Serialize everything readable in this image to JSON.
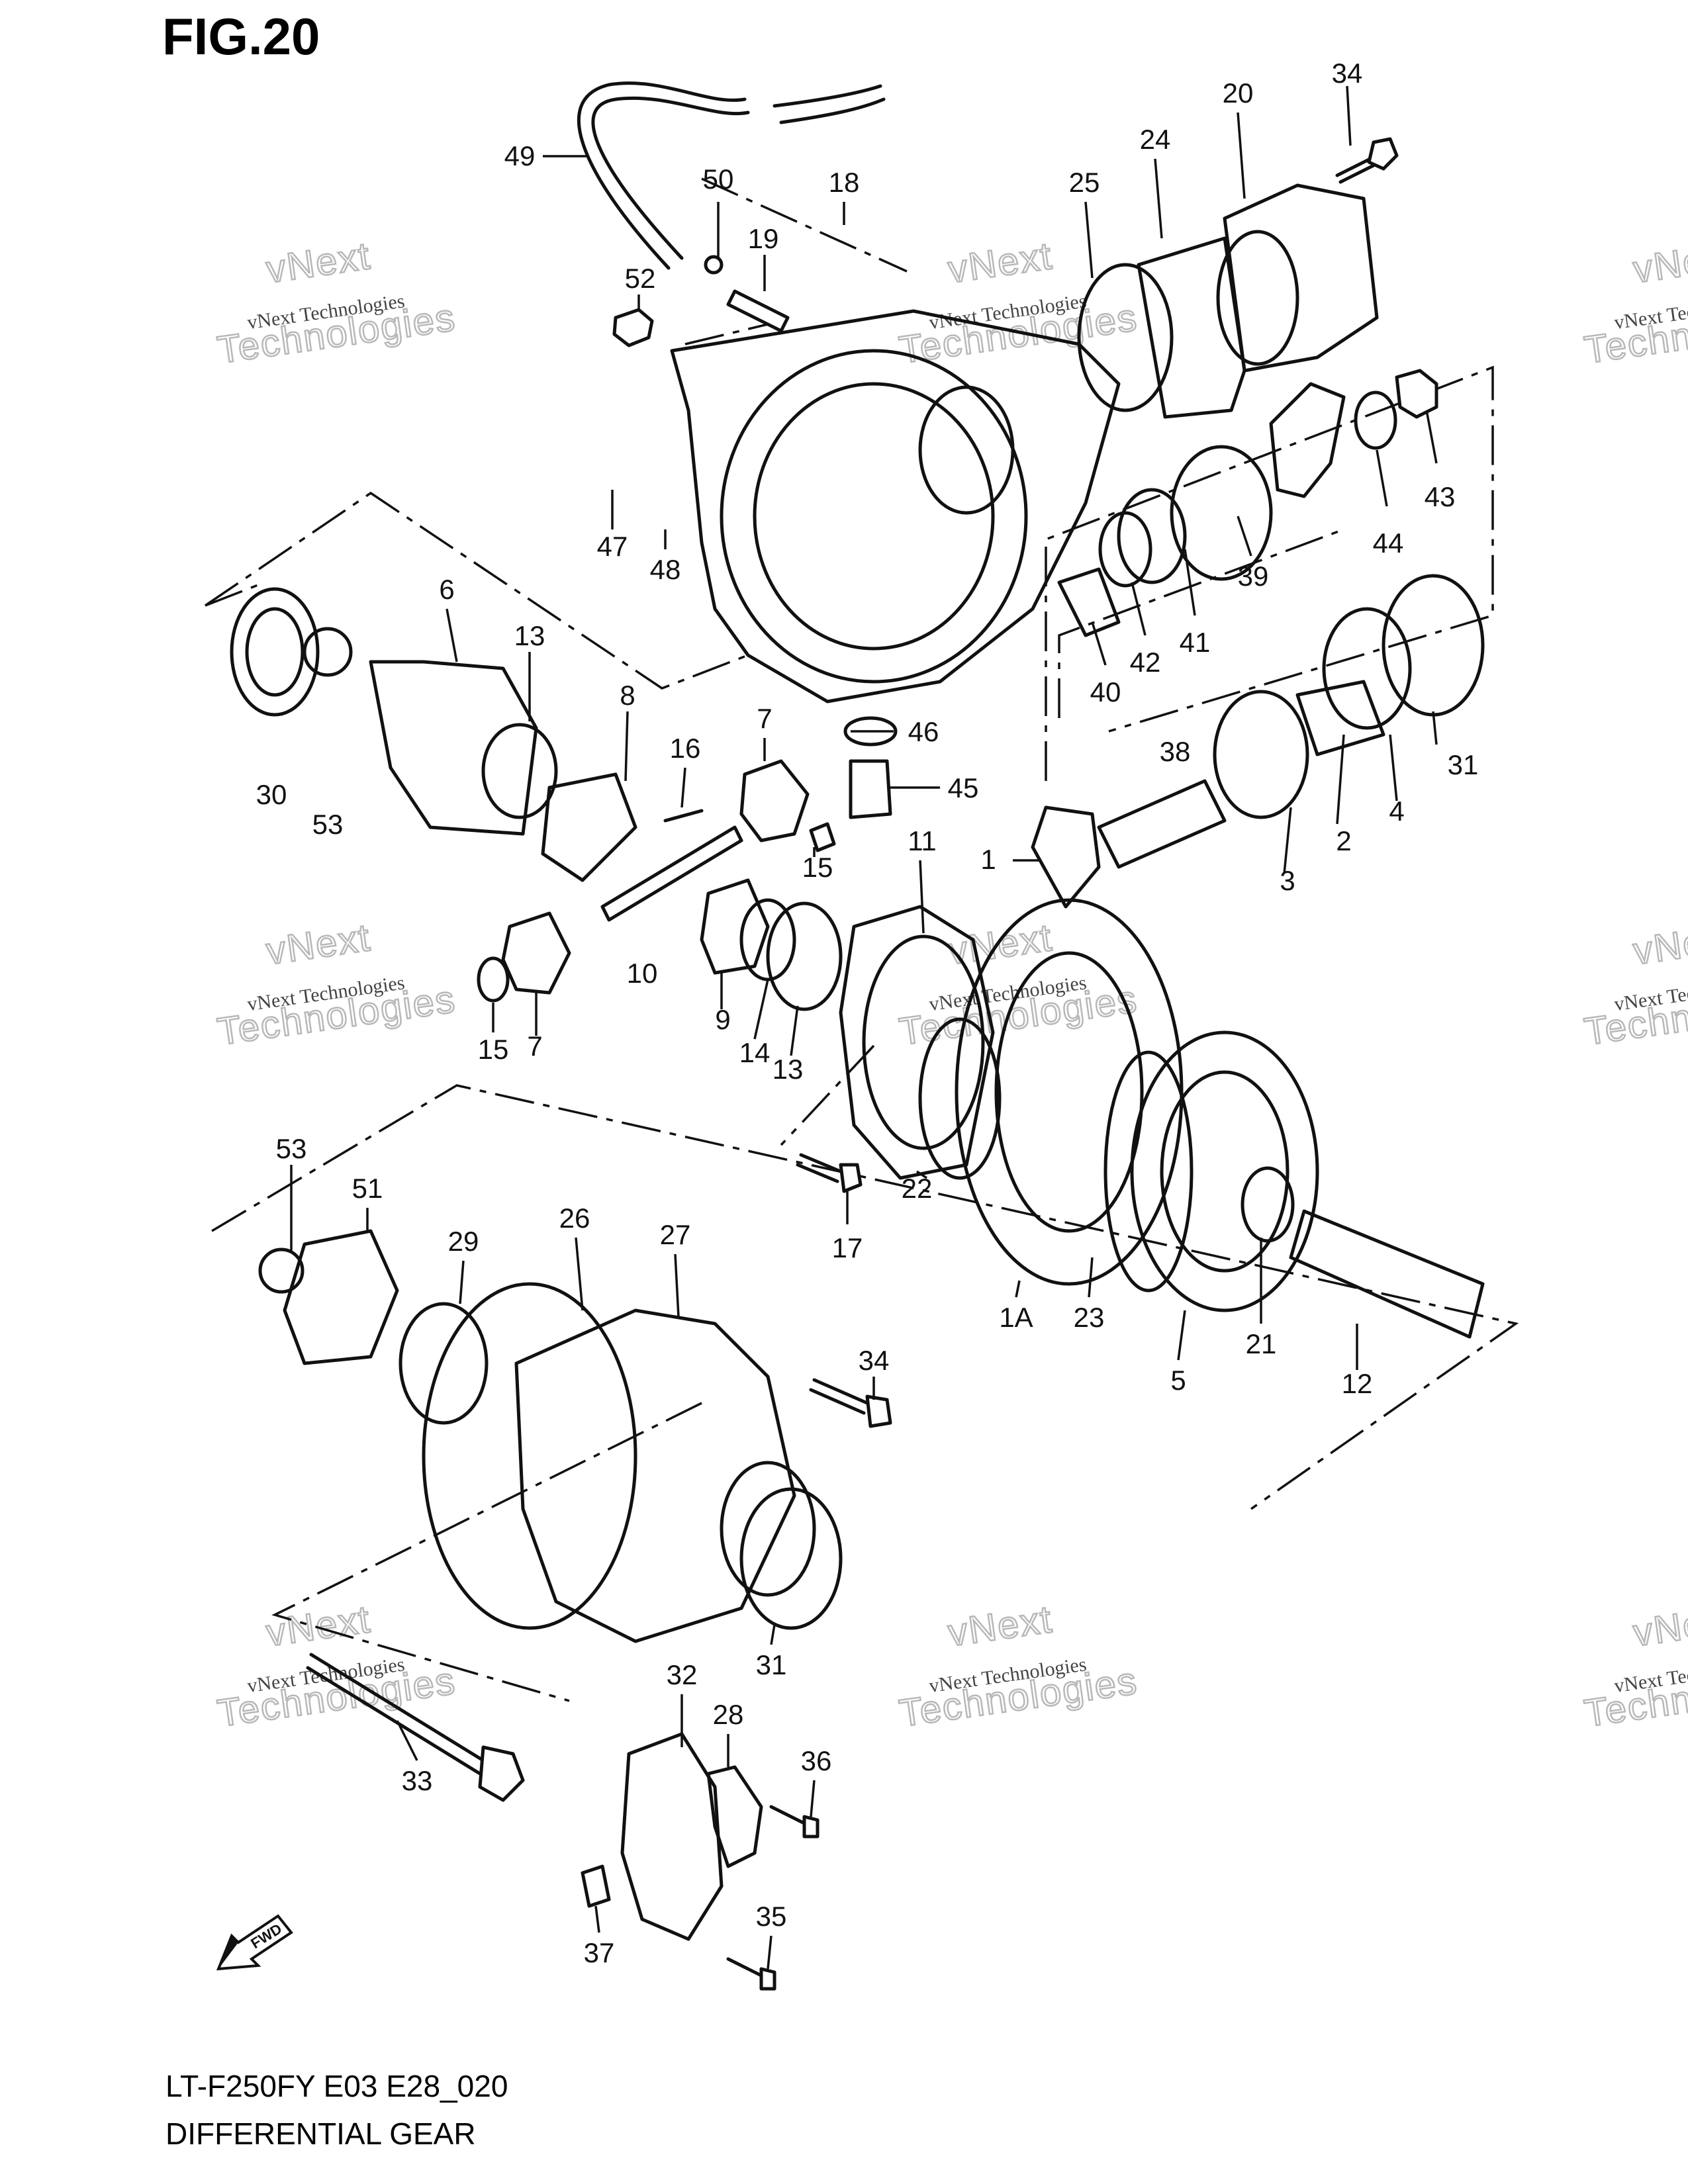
{
  "figure": {
    "title": "FIG.20"
  },
  "footer": {
    "model": "LT-F250FY E03 E28_020",
    "name": "DIFFERENTIAL GEAR"
  },
  "direction": {
    "label": "FWD"
  },
  "watermark": {
    "line1": "vNext Technologies",
    "line2": "Technologies",
    "line3": "vNext"
  },
  "colors": {
    "line": "#111111",
    "watermark": "#b8b8b8"
  },
  "callouts": [
    {
      "id": "49",
      "text": "49"
    },
    {
      "id": "50",
      "text": "50"
    },
    {
      "id": "18",
      "text": "18"
    },
    {
      "id": "19",
      "text": "19"
    },
    {
      "id": "52",
      "text": "52"
    },
    {
      "id": "25",
      "text": "25"
    },
    {
      "id": "24",
      "text": "24"
    },
    {
      "id": "20",
      "text": "20"
    },
    {
      "id": "34a",
      "text": "34"
    },
    {
      "id": "43",
      "text": "43"
    },
    {
      "id": "44",
      "text": "44"
    },
    {
      "id": "39",
      "text": "39"
    },
    {
      "id": "47",
      "text": "47"
    },
    {
      "id": "48",
      "text": "48"
    },
    {
      "id": "41",
      "text": "41"
    },
    {
      "id": "42",
      "text": "42"
    },
    {
      "id": "40",
      "text": "40"
    },
    {
      "id": "38",
      "text": "38"
    },
    {
      "id": "6",
      "text": "6"
    },
    {
      "id": "13a",
      "text": "13"
    },
    {
      "id": "8",
      "text": "8"
    },
    {
      "id": "30",
      "text": "30"
    },
    {
      "id": "53a",
      "text": "53"
    },
    {
      "id": "16",
      "text": "16"
    },
    {
      "id": "7a",
      "text": "7"
    },
    {
      "id": "46",
      "text": "46"
    },
    {
      "id": "45",
      "text": "45"
    },
    {
      "id": "31a",
      "text": "31"
    },
    {
      "id": "4",
      "text": "4"
    },
    {
      "id": "2",
      "text": "2"
    },
    {
      "id": "3",
      "text": "3"
    },
    {
      "id": "1",
      "text": "1"
    },
    {
      "id": "15a",
      "text": "15"
    },
    {
      "id": "11",
      "text": "11"
    },
    {
      "id": "10",
      "text": "10"
    },
    {
      "id": "9",
      "text": "9"
    },
    {
      "id": "14",
      "text": "14"
    },
    {
      "id": "13b",
      "text": "13"
    },
    {
      "id": "15b",
      "text": "15"
    },
    {
      "id": "7b",
      "text": "7"
    },
    {
      "id": "22",
      "text": "22"
    },
    {
      "id": "17",
      "text": "17"
    },
    {
      "id": "1A",
      "text": "1A"
    },
    {
      "id": "23",
      "text": "23"
    },
    {
      "id": "5",
      "text": "5"
    },
    {
      "id": "21",
      "text": "21"
    },
    {
      "id": "12",
      "text": "12"
    },
    {
      "id": "53b",
      "text": "53"
    },
    {
      "id": "51",
      "text": "51"
    },
    {
      "id": "29",
      "text": "29"
    },
    {
      "id": "26",
      "text": "26"
    },
    {
      "id": "27",
      "text": "27"
    },
    {
      "id": "34b",
      "text": "34"
    },
    {
      "id": "31b",
      "text": "31"
    },
    {
      "id": "33",
      "text": "33"
    },
    {
      "id": "32",
      "text": "32"
    },
    {
      "id": "28",
      "text": "28"
    },
    {
      "id": "36",
      "text": "36"
    },
    {
      "id": "35",
      "text": "35"
    },
    {
      "id": "37",
      "text": "37"
    }
  ]
}
